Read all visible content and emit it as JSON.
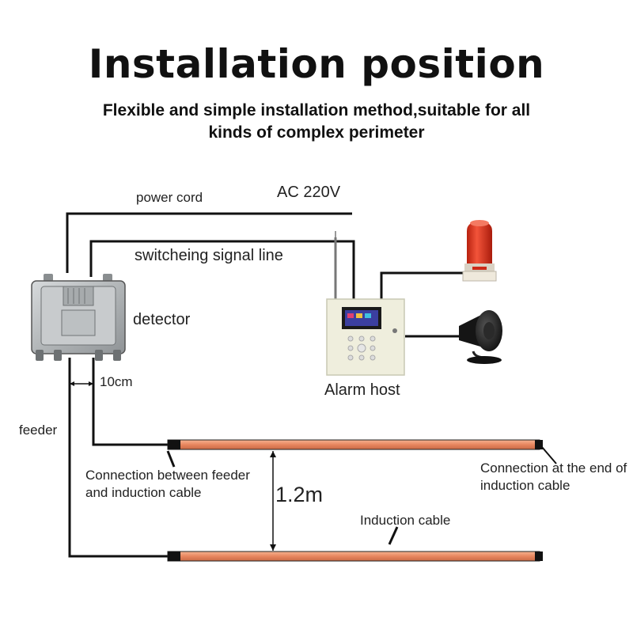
{
  "header": {
    "title": "Installation position",
    "subtitle": "Flexible and simple installation method,suitable for all kinds of complex perimeter"
  },
  "labels": {
    "power_cord": "power cord",
    "ac_voltage": "AC 220V",
    "signal_line": "switcheing signal line",
    "detector": "detector",
    "spacing": "10cm",
    "alarm_host": "Alarm host",
    "feeder": "feeder",
    "connection_feeder": "Connection between feeder and induction cable",
    "connection_end": "Connection at the end of induction cable",
    "cable_gap": "1.2m",
    "induction_cable": "Induction cable"
  },
  "colors": {
    "cable": "#e8865f",
    "cable_highlight": "#f6b391",
    "wire": "#111111",
    "beacon": "#e8331c",
    "detector_body": "#b9bdbf",
    "panel": "#efeedd",
    "screen": "#3b3fa0"
  }
}
